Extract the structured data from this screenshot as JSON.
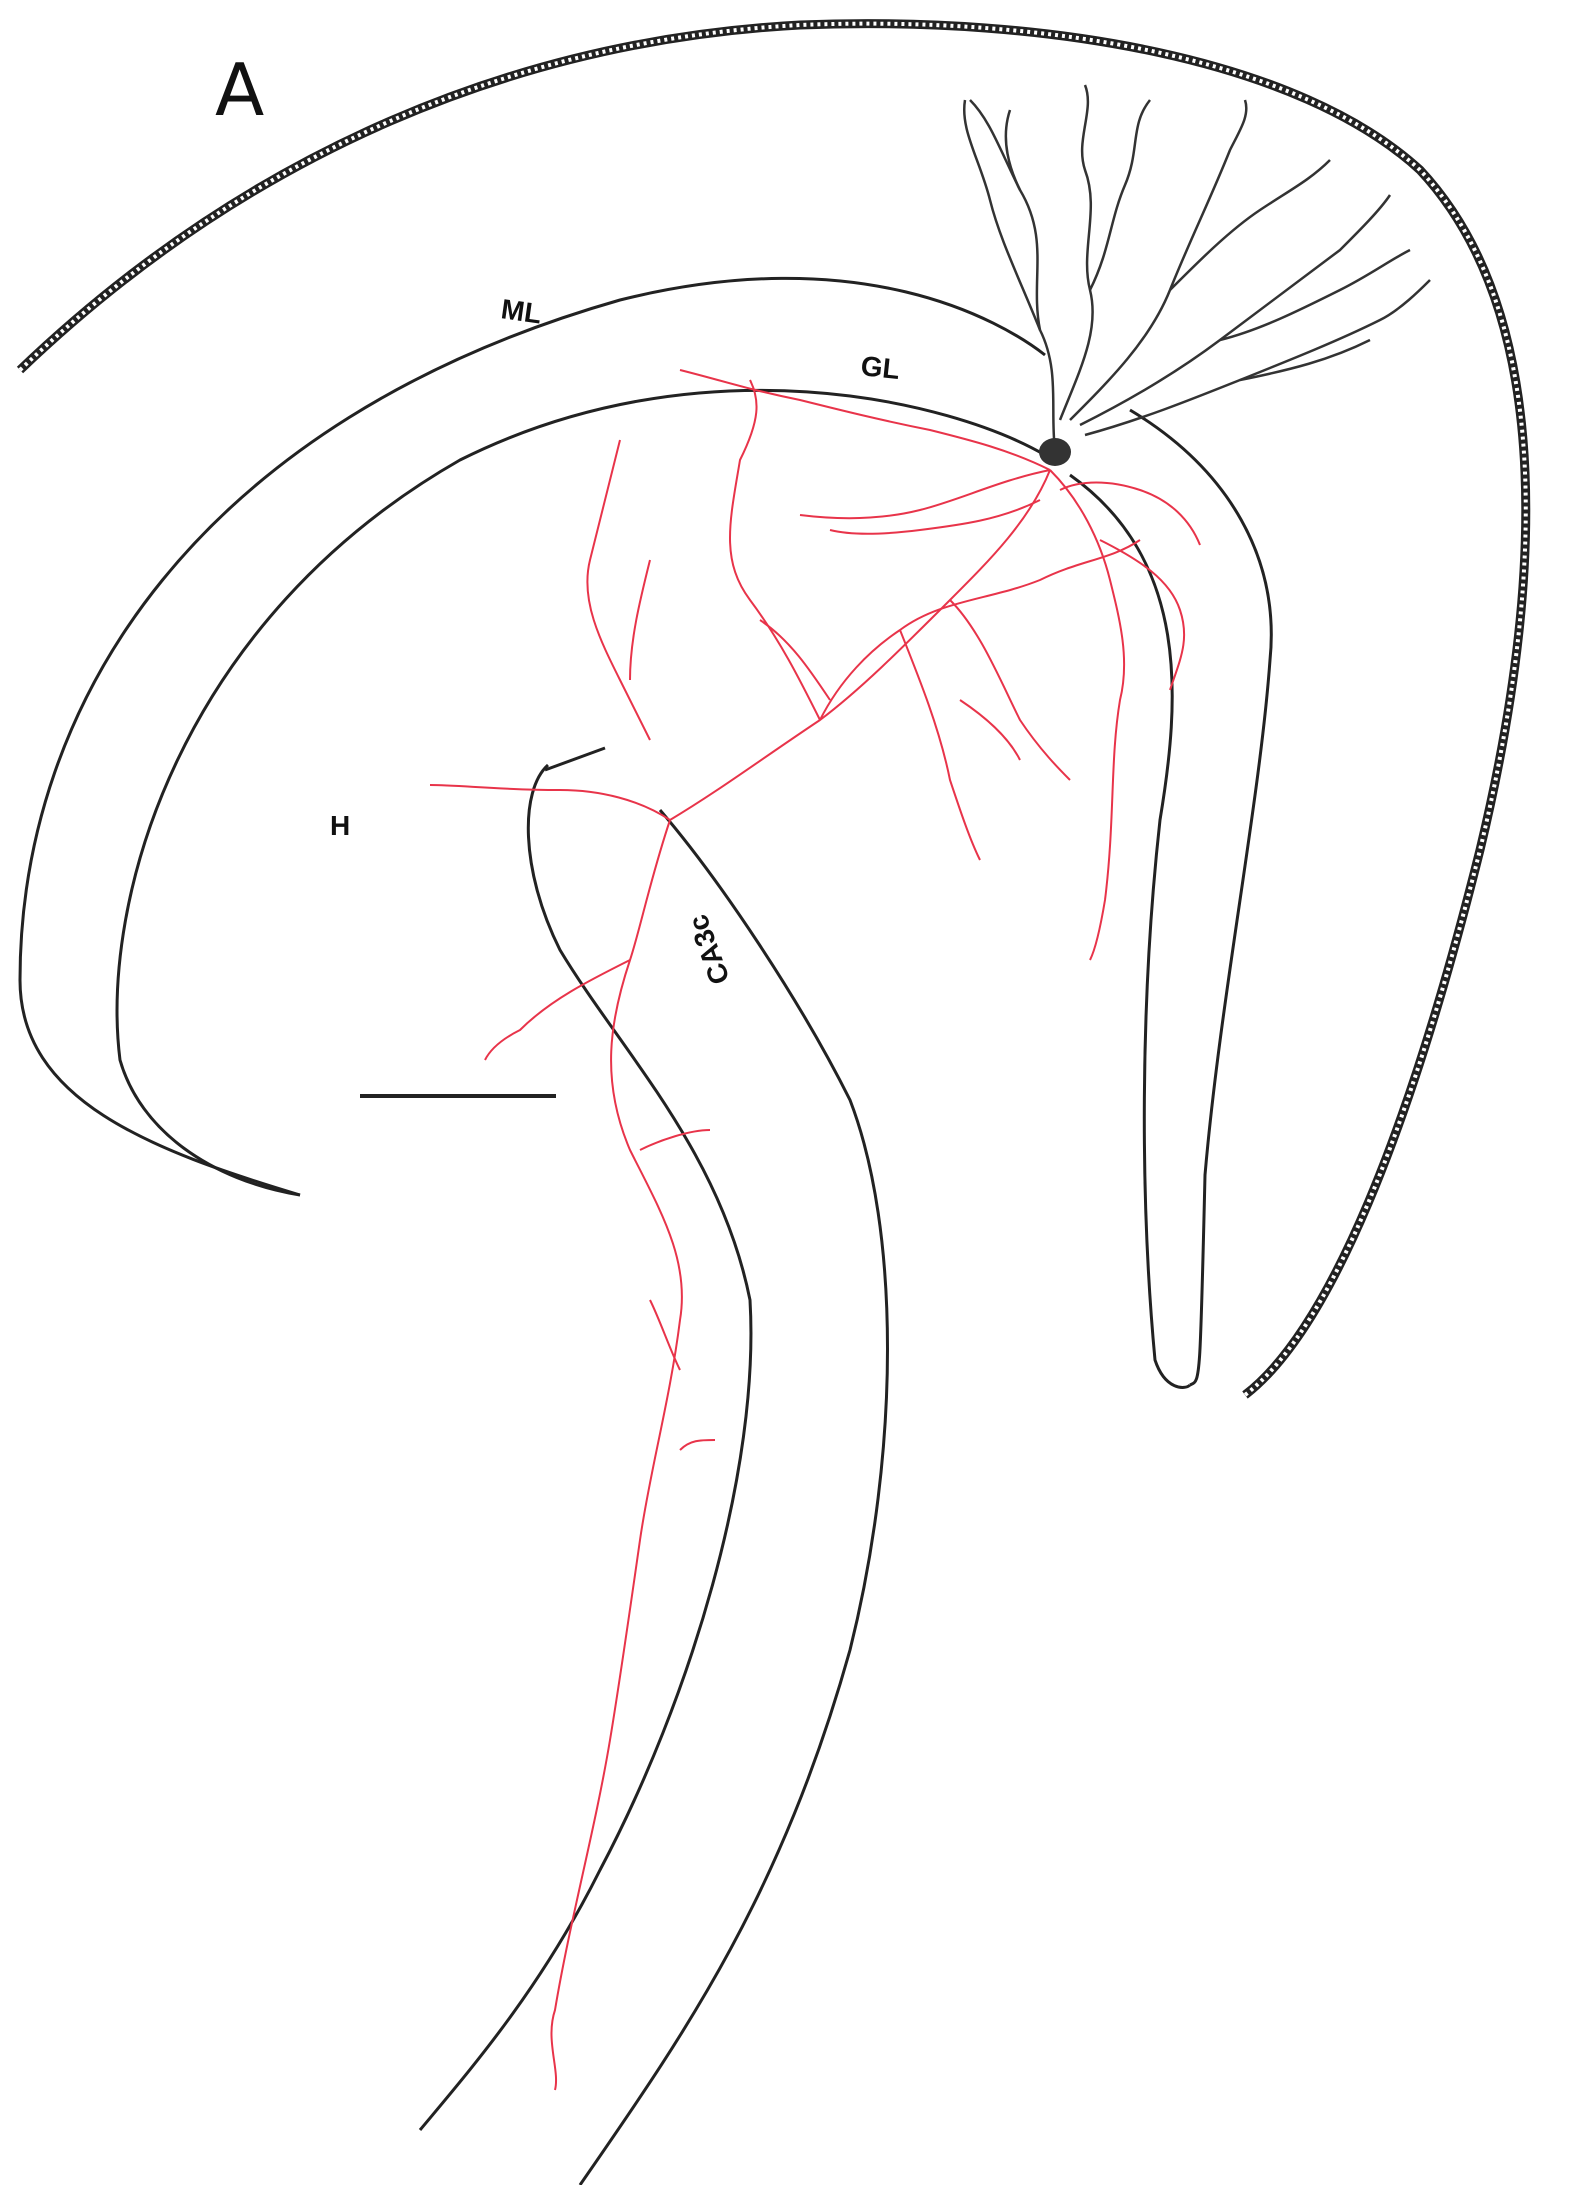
{
  "figure": {
    "panel_label": "A",
    "labels": {
      "ml": "ML",
      "gl": "GL",
      "h": "H",
      "ca3c": "CA3c"
    },
    "colors": {
      "outline": "#222222",
      "dendrites": "#333333",
      "axon": "#e8344a",
      "background": "#ffffff"
    }
  }
}
